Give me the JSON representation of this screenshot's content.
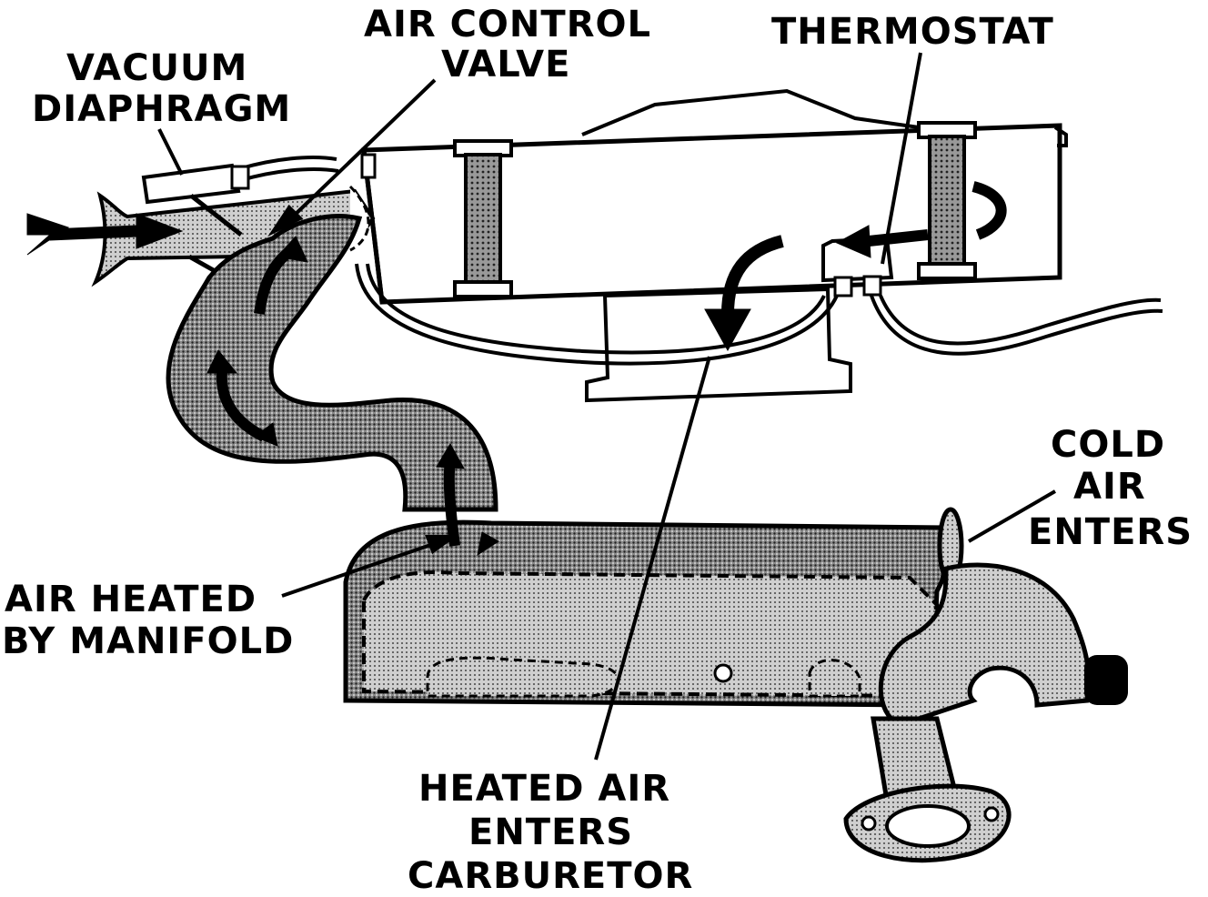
{
  "labels": {
    "vacuum_diaphragm": [
      "VACUUM",
      "DIAPHRAGM"
    ],
    "air_control_valve": [
      "AIR CONTROL",
      "VALVE"
    ],
    "thermostat": [
      "THERMOSTAT"
    ],
    "cold_air_enters": [
      "COLD",
      "AIR",
      "ENTERS"
    ],
    "air_heated_by_manifold": [
      "AIR HEATED",
      "BY MANIFOLD"
    ],
    "heated_air_enters_carburetor": [
      "HEATED AIR",
      "ENTERS",
      "CARBURETOR"
    ]
  },
  "colors": {
    "ink": "#000000",
    "paper": "#ffffff",
    "stipple_dark": "#6a6a6a",
    "stipple_light": "#b8b8b8"
  }
}
